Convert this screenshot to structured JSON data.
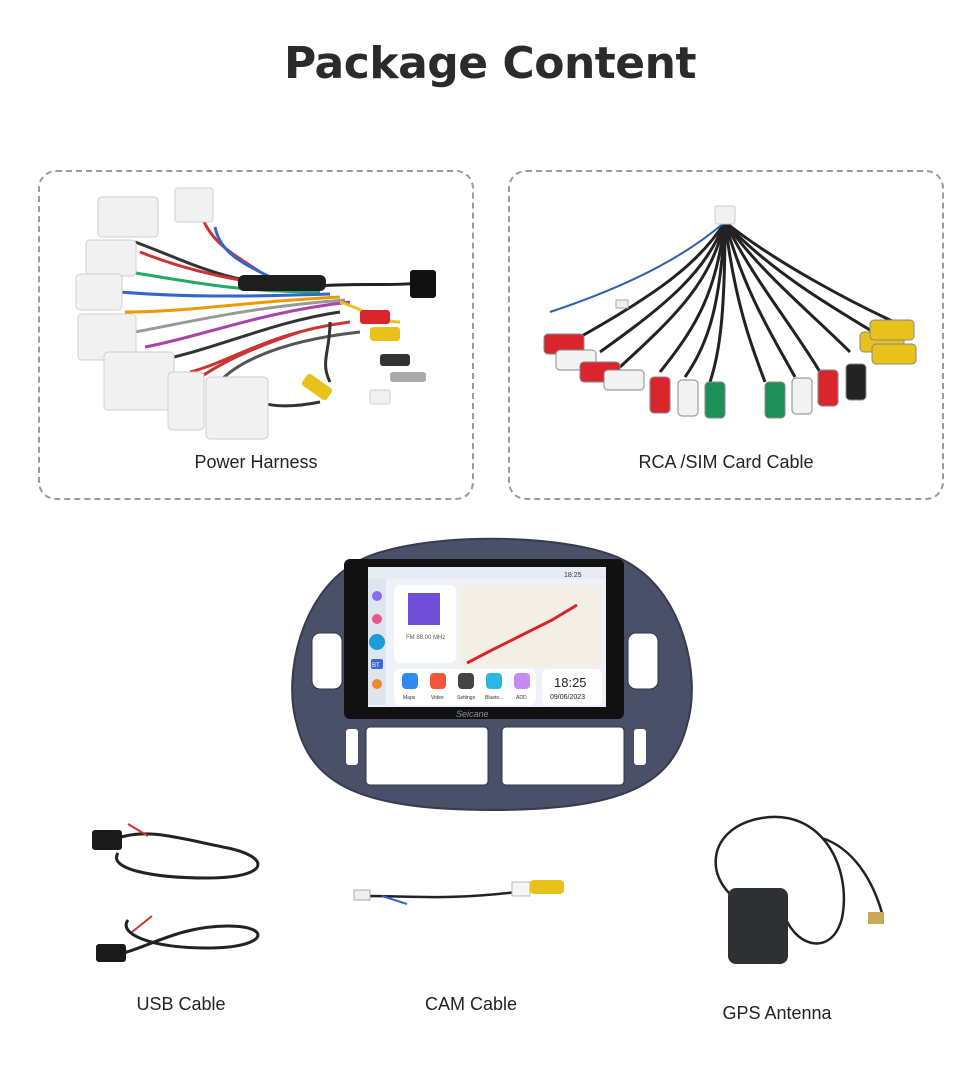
{
  "title": "Package Content",
  "items": {
    "power_harness": "Power Harness",
    "rca_sim": "RCA /SIM Card Cable",
    "usb": "USB Cable",
    "cam": "CAM Cable",
    "gps": "GPS Antenna"
  },
  "screen": {
    "time_status": "18:25",
    "clock": "18:25",
    "date": "09/06/2023",
    "radio": "FM 88.00 MHz",
    "brand": "Seicane",
    "apps": [
      "Maps",
      "Video",
      "Settings",
      "Blueto...",
      "ADD"
    ],
    "bt": "BT"
  },
  "colors": {
    "panel": "#4a5068",
    "rca_red": "#d8262c",
    "rca_yellow": "#e8c21a",
    "rca_green": "#1f8f5a",
    "rca_white": "#f2f2f2"
  }
}
